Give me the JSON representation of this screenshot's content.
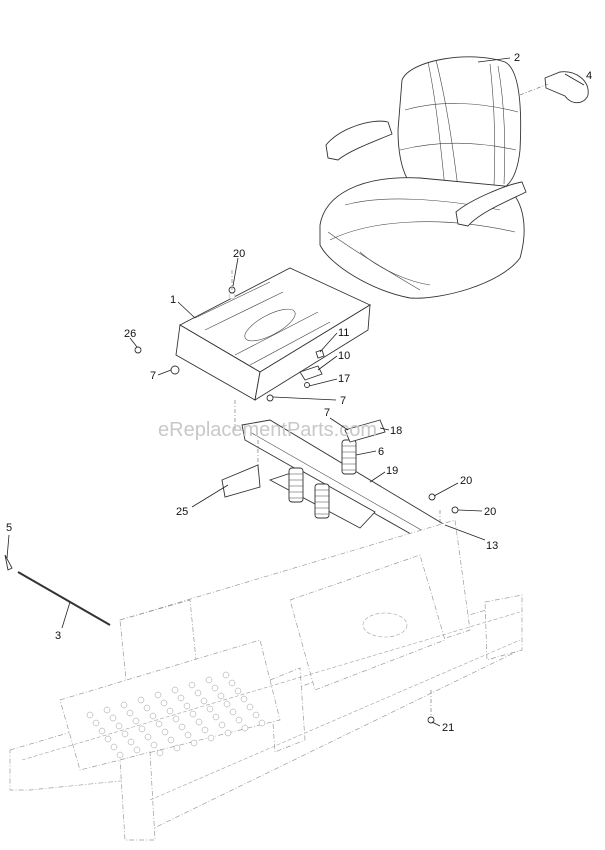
{
  "watermark": "eReplacementParts.com",
  "callouts": [
    {
      "id": "2",
      "label": "2"
    },
    {
      "id": "4",
      "label": "4"
    },
    {
      "id": "20a",
      "label": "20"
    },
    {
      "id": "1",
      "label": "1"
    },
    {
      "id": "26",
      "label": "26"
    },
    {
      "id": "7a",
      "label": "7"
    },
    {
      "id": "11",
      "label": "11"
    },
    {
      "id": "10",
      "label": "10"
    },
    {
      "id": "17",
      "label": "17"
    },
    {
      "id": "7b",
      "label": "7"
    },
    {
      "id": "7c",
      "label": "7"
    },
    {
      "id": "18",
      "label": "18"
    },
    {
      "id": "6",
      "label": "6"
    },
    {
      "id": "19",
      "label": "19"
    },
    {
      "id": "20b",
      "label": "20"
    },
    {
      "id": "20c",
      "label": "20"
    },
    {
      "id": "25",
      "label": "25"
    },
    {
      "id": "13",
      "label": "13"
    },
    {
      "id": "5",
      "label": "5"
    },
    {
      "id": "3",
      "label": "3"
    },
    {
      "id": "21",
      "label": "21"
    }
  ]
}
